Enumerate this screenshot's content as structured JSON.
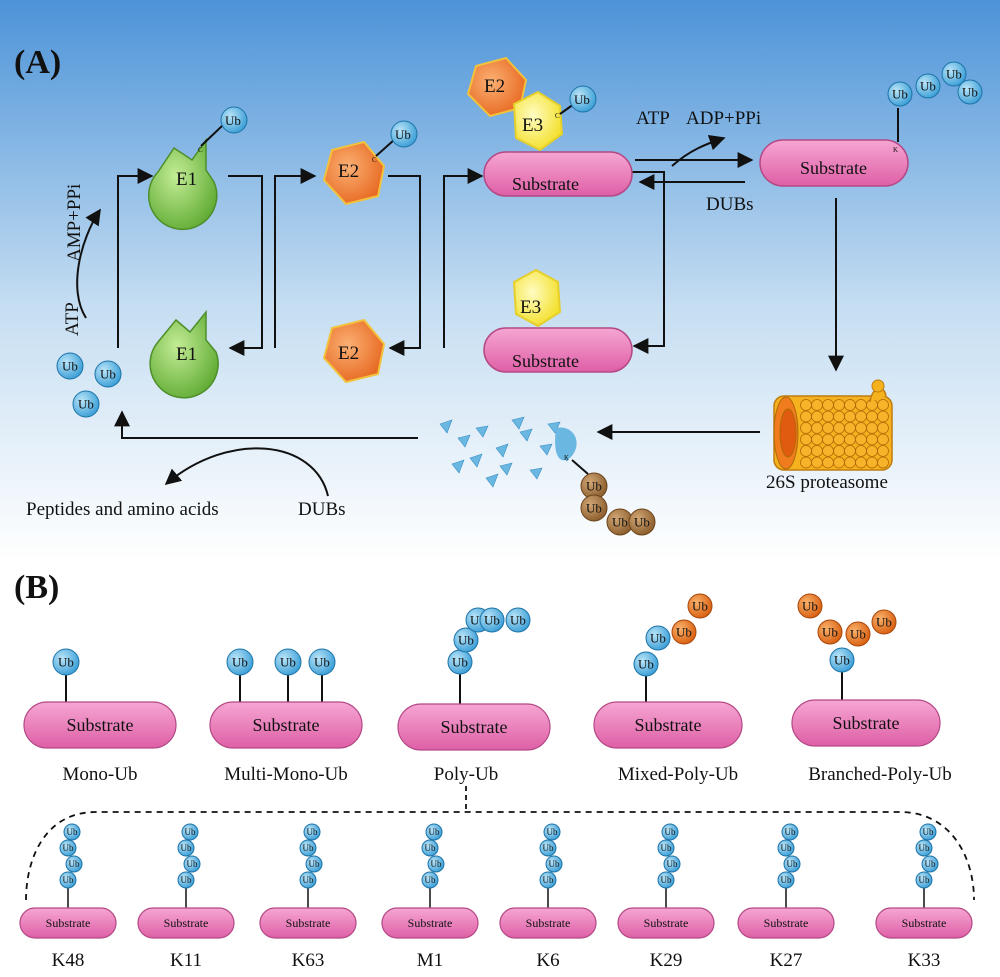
{
  "panels": {
    "a": "(A)",
    "b": "(B)"
  },
  "ub": "Ub",
  "k": "K",
  "c": "C",
  "e1": "E1",
  "e2": "E2",
  "e3": "E3",
  "substrate": "Substrate",
  "atp": "ATP",
  "amp_ppi": "AMP+PPi",
  "adp_ppi": "ADP+PPi",
  "dubs": "DUBs",
  "proteasome": "26S proteasome",
  "peptides": "Peptides and amino acids",
  "types": [
    "Mono-Ub",
    "Multi-Mono-Ub",
    "Poly-Ub",
    "Mixed-Poly-Ub",
    "Branched-Poly-Ub"
  ],
  "linkages": [
    "K48",
    "K11",
    "K63",
    "M1",
    "K6",
    "K29",
    "K27",
    "K33"
  ],
  "colors": {
    "ub_blue": "#5bb8e6",
    "ub_orange": "#ef7a22",
    "ub_brown": "#a97a44",
    "substrate_pink": "#e06fb1",
    "e1_green": "#7cc24a",
    "e2_orange": "#f07a2a",
    "e3_yellow": "#ffee44",
    "proteasome": "#f5b21e"
  }
}
